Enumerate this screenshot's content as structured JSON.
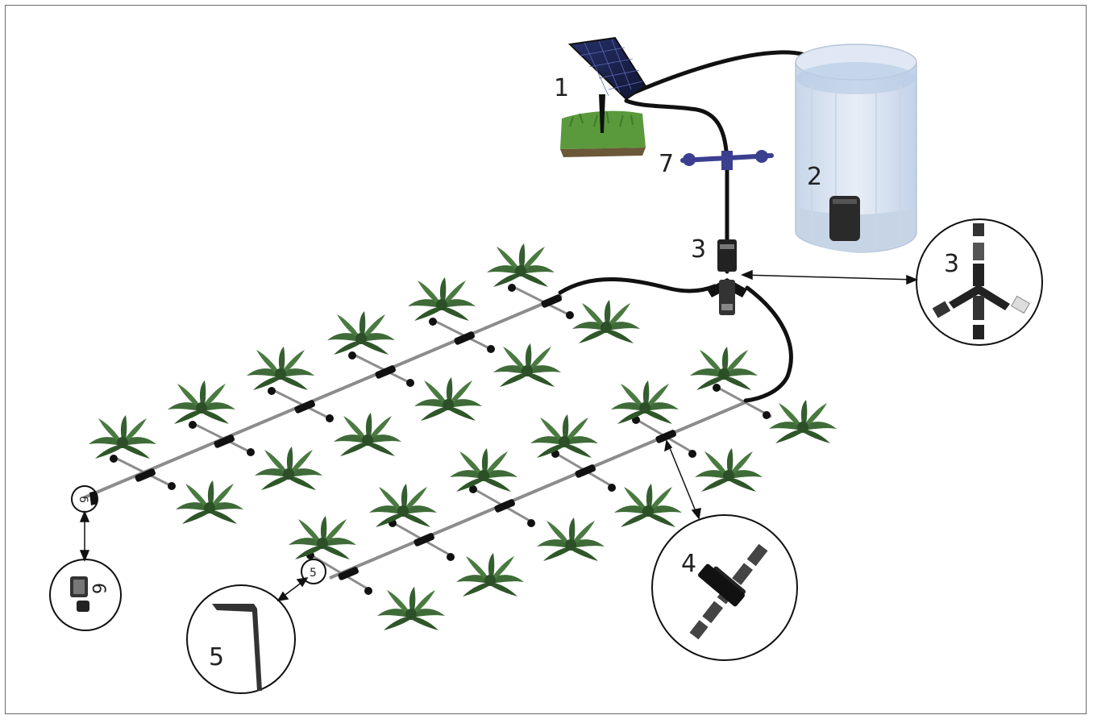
{
  "labels": {
    "solar_panel": "1",
    "tank_pump": "2",
    "tee_connector": "3",
    "tee_connector_detail": "3",
    "cross_connector_detail": "4",
    "stake_detail": "5",
    "stake_marker": "5",
    "end_cap_detail": "6",
    "end_cap_marker": "6",
    "valve": "7"
  },
  "colors": {
    "hose": "#111111",
    "drip_line": "#8c8c8c",
    "plant": "#3f6b38",
    "plant_dark": "#2c4f28",
    "tank_water": "#b9cde6",
    "valve": "#3b3f8f",
    "grass": "#4f8a35"
  }
}
